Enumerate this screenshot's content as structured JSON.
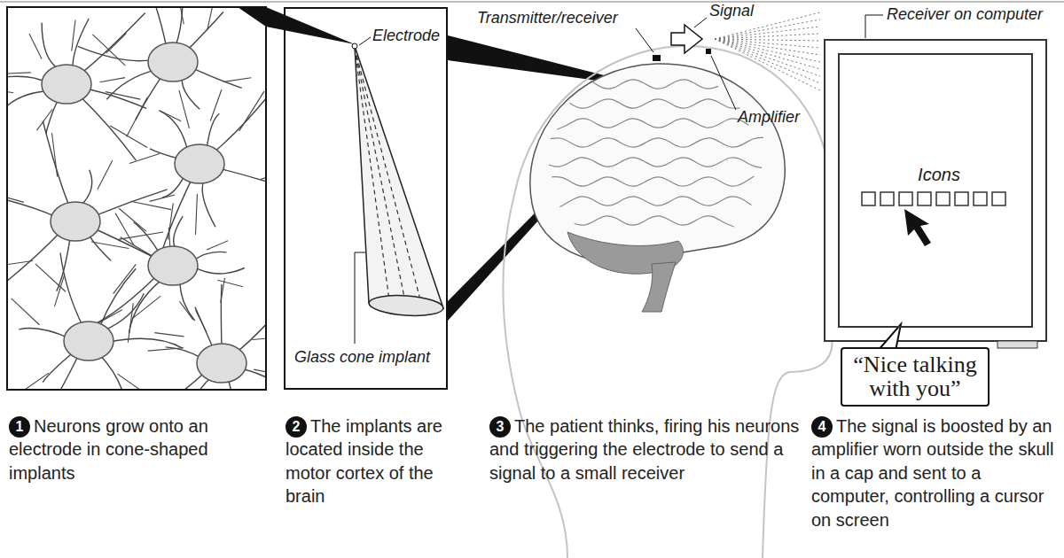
{
  "diagram": {
    "nodes": [
      {
        "text": [
          "Electrode",
          "Glass cone implant"
        ]
      },
      {
        "text": [
          "Icons"
        ]
      },
      {
        "text": [
          "“Nice talking with you”"
        ]
      },
      {
        "text": [
          "1",
          "Neurons grow onto an electrode in cone-shaped implants"
        ]
      },
      {
        "text": [
          "2",
          "The implants are located inside the motor cortex of the brain"
        ]
      },
      {
        "text": [
          "3",
          "The patient thinks, firing his neurons and triggering the electrode to send a signal to a small receiver"
        ]
      },
      {
        "text": [
          "4",
          "The signal is boosted by an amplifier worn outside the skull in a cap and sent to a computer, controlling a cursor on screen"
        ]
      }
    ],
    "labels": [
      "Transmitter/receiver",
      "Signal",
      "Amplifier",
      "Receiver on computer"
    ]
  }
}
